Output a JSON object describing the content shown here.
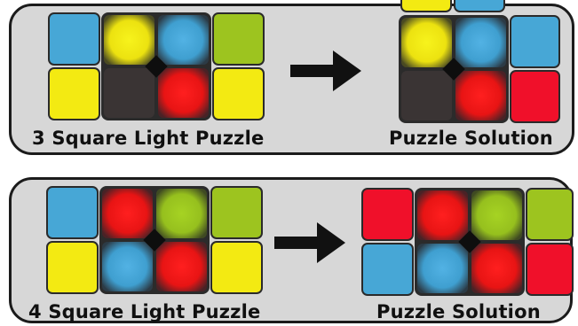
{
  "colors": {
    "blue": "#47a7d6",
    "yellow": "#f3ea12",
    "green": "#9dc41f",
    "red": "#f0102a",
    "dark": "#3a3434",
    "panel": "#d7d7d7",
    "outline": "#1b1b1b"
  },
  "puzzles": [
    {
      "puzzle_label": "3 Square Light Puzzle",
      "solution_label": "Puzzle Solution",
      "puzzle": {
        "left": [
          "blue",
          "yellow"
        ],
        "board": [
          [
            "yellow",
            "blue"
          ],
          [
            "dark",
            "red"
          ]
        ],
        "right": [
          "green",
          "yellow"
        ]
      },
      "solution": {
        "above_board": [
          "yellow",
          "blue"
        ],
        "board": [
          [
            "yellow",
            "blue"
          ],
          [
            "dark",
            "red"
          ]
        ],
        "right": [
          "blue",
          "red"
        ]
      },
      "arrow": "right-arrow-icon"
    },
    {
      "puzzle_label": "4 Square Light Puzzle",
      "solution_label": "Puzzle Solution",
      "puzzle": {
        "left": [
          "blue",
          "yellow"
        ],
        "board": [
          [
            "red",
            "green"
          ],
          [
            "blue",
            "red"
          ]
        ],
        "right": [
          "green",
          "yellow"
        ]
      },
      "solution": {
        "left": [
          "red",
          "blue"
        ],
        "board": [
          [
            "red",
            "green"
          ],
          [
            "blue",
            "red"
          ]
        ],
        "right": [
          "green",
          "red"
        ]
      },
      "arrow": "right-arrow-icon"
    }
  ]
}
